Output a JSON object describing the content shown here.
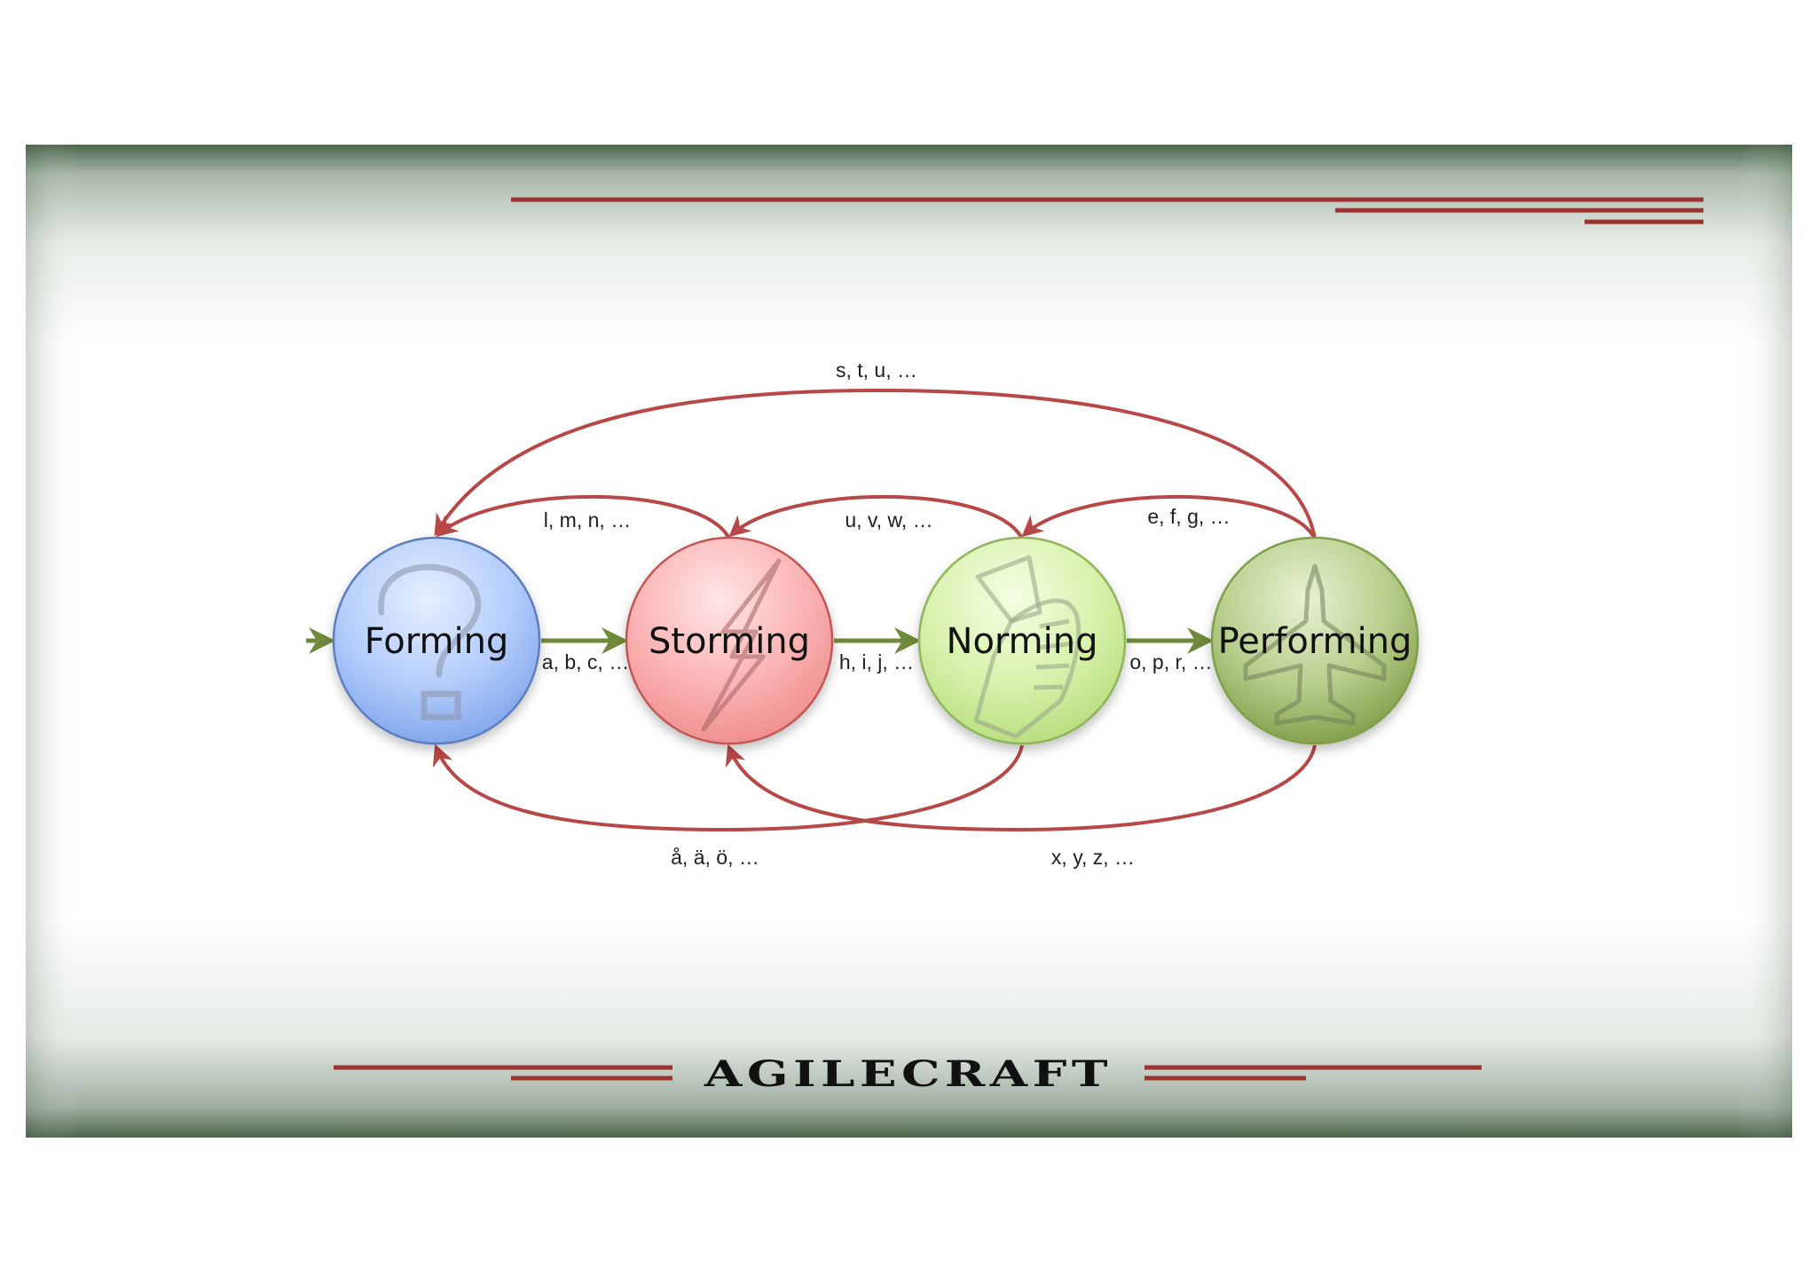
{
  "colors": {
    "frame_edge": "#4f6a4f",
    "accent_line": "#9b3333",
    "back_arrow": "#b84848",
    "forward_arrow": "#6f8a3a"
  },
  "stages": [
    {
      "id": "forming",
      "label": "Forming",
      "icon": "question-mark-icon"
    },
    {
      "id": "storming",
      "label": "Storming",
      "icon": "lightning-bolt-icon"
    },
    {
      "id": "norming",
      "label": "Norming",
      "icon": "handshake-icon"
    },
    {
      "id": "performing",
      "label": "Performing",
      "icon": "jet-plane-icon"
    }
  ],
  "transitions": {
    "forming_to_storming": "a, b, c, …",
    "storming_to_norming": "h, i, j, …",
    "norming_to_performing": "o, p, r, …",
    "storming_to_forming": "l, m, n, …",
    "norming_to_storming": "u, v, w, …",
    "performing_to_norming": "e, f, g, …",
    "performing_to_forming": "s, t, u, …",
    "norming_to_forming": "å, ä, ö, …",
    "performing_to_storming": "x, y, z, …"
  },
  "brand": "AGILECRAFT"
}
